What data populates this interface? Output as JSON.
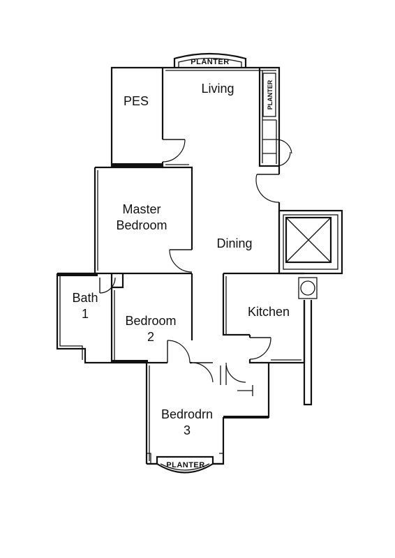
{
  "rooms": {
    "pes": "PES",
    "living": "Living",
    "master_line1": "Master",
    "master_line2": "Bedroom",
    "dining": "Dining",
    "bath_line1": "Bath",
    "bath_line2": "1",
    "bedroom2_line1": "Bedroom",
    "bedroom2_line2": "2",
    "kitchen": "Kitchen",
    "bedroom3_line1": "Bedrodrn",
    "bedroom3_line2": "3"
  },
  "planters": {
    "top": "PLANTER",
    "right": "PLANTER",
    "bottom": "PLANTER"
  }
}
